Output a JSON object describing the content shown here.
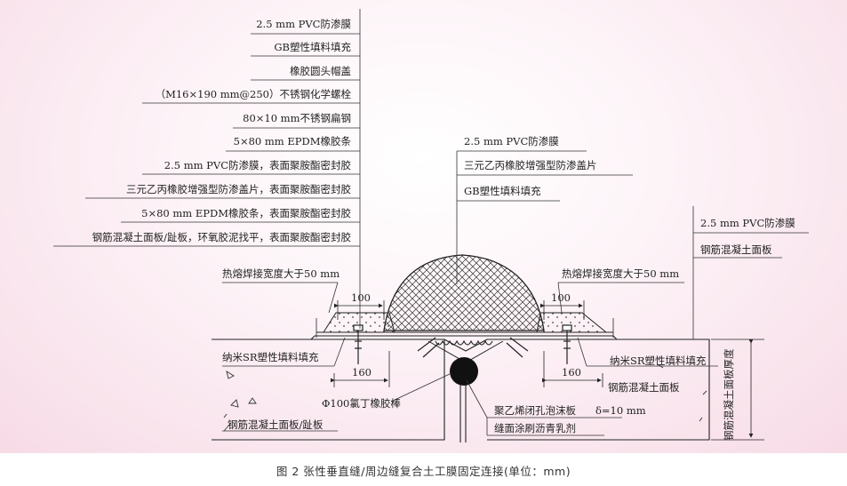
{
  "labels_left": [
    "2.5 mm PVC防渗膜",
    "GB塑性填料填充",
    "橡胶圆头帽盖",
    "（M16×190 mm@250）不锈钢化学螺栓",
    "80×10 mm不锈钢扁钢",
    "5×80 mm EPDM橡胶条",
    "2.5 mm PVC防渗膜，表面聚胺酯密封胶",
    "三元乙丙橡胶增强型防渗盖片，表面聚胺酯密封胶",
    "5×80 mm EPDM橡胶条，表面聚胺酯密封胶",
    "钢筋混凝土面板/趾板，环氧胶泥找平，表面聚胺酯密封胶"
  ],
  "labels_center": [
    "2.5 mm PVC防渗膜",
    "三元乙丙橡胶增强型防渗盖片",
    "GB塑性填料填充"
  ],
  "labels_right": [
    "2.5 mm PVC防渗膜",
    "钢筋混凝土面板"
  ],
  "weld_left": "热熔焊接宽度大于50 mm",
  "weld_right": "热熔焊接宽度大于50 mm",
  "dim_100_left": "100",
  "dim_100_right": "100",
  "dim_160_left": "160",
  "dim_160_right": "160",
  "sr_left": "纳米SR塑性填料填充",
  "sr_right": "纳米SR塑性填料填充",
  "rubber_rod": "Φ100氯丁橡胶棒",
  "foam_board": "聚乙烯闭孔泡沫板",
  "foam_delta": "δ=10 mm",
  "asphalt": "缝面涂刷沥青乳剂",
  "slab_right": "钢筋混凝土面板",
  "slab_left": "钢筋混凝土面板/趾板",
  "thickness": "钢筋混凝土面板厚度",
  "caption": "图 2   张性垂直缝/周边缝复合土工膜固定连接(单位：mm)"
}
